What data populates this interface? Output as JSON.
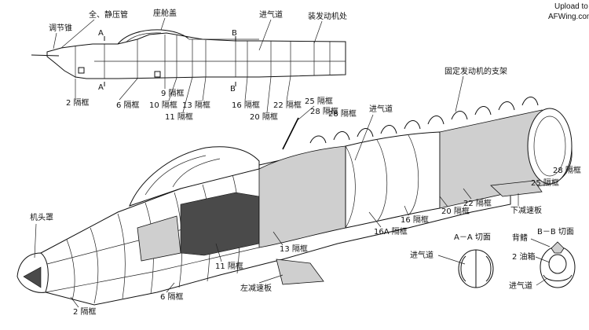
{
  "watermark": {
    "line1": "Upload to",
    "line2": "AFWing.com"
  },
  "side_view": {
    "labels": {
      "adjust_cone": "调节锥",
      "pitot": "全、静压管",
      "cockpit_cover": "座舱盖",
      "intake": "进气道",
      "engine_bay": "装发动机处",
      "frame2": "2 隔框",
      "frame6": "6 隔框",
      "frame9": "9 隔框",
      "frame10": "10 隔框",
      "frame11": "11 隔框",
      "frame13": "13 隔框",
      "frame16": "16 隔框",
      "frame20": "20 隔框",
      "frame22": "22 隔框",
      "frame28": "28 隔框",
      "sec_a": "A",
      "sec_b": "B"
    }
  },
  "main_view": {
    "labels": {
      "nose_cone": "机头罩",
      "intake": "进气道",
      "engine_mount": "固定发动机的支架",
      "frame25_top": "25 隔框",
      "frame28_top": "28 隔框",
      "frame28_right": "28 隔框",
      "frame25_right": "25 隔框",
      "frame22": "22 隔框",
      "frame20": "20 隔框",
      "frame16": "16 隔框",
      "frame16a": "16A 隔框",
      "frame13": "13 隔框",
      "frame11": "11 隔框",
      "frame6": "6 隔框",
      "frame2": "2 隔框",
      "lower_brake": "下减速板",
      "left_brake": "左减速板"
    }
  },
  "sections": {
    "aa": {
      "title": "A－A 切面",
      "intake": "进气道"
    },
    "bb": {
      "title": "B－B 切面",
      "spine": "背鳍",
      "fuel_tank": "2 油箱",
      "intake": "进气道"
    }
  }
}
